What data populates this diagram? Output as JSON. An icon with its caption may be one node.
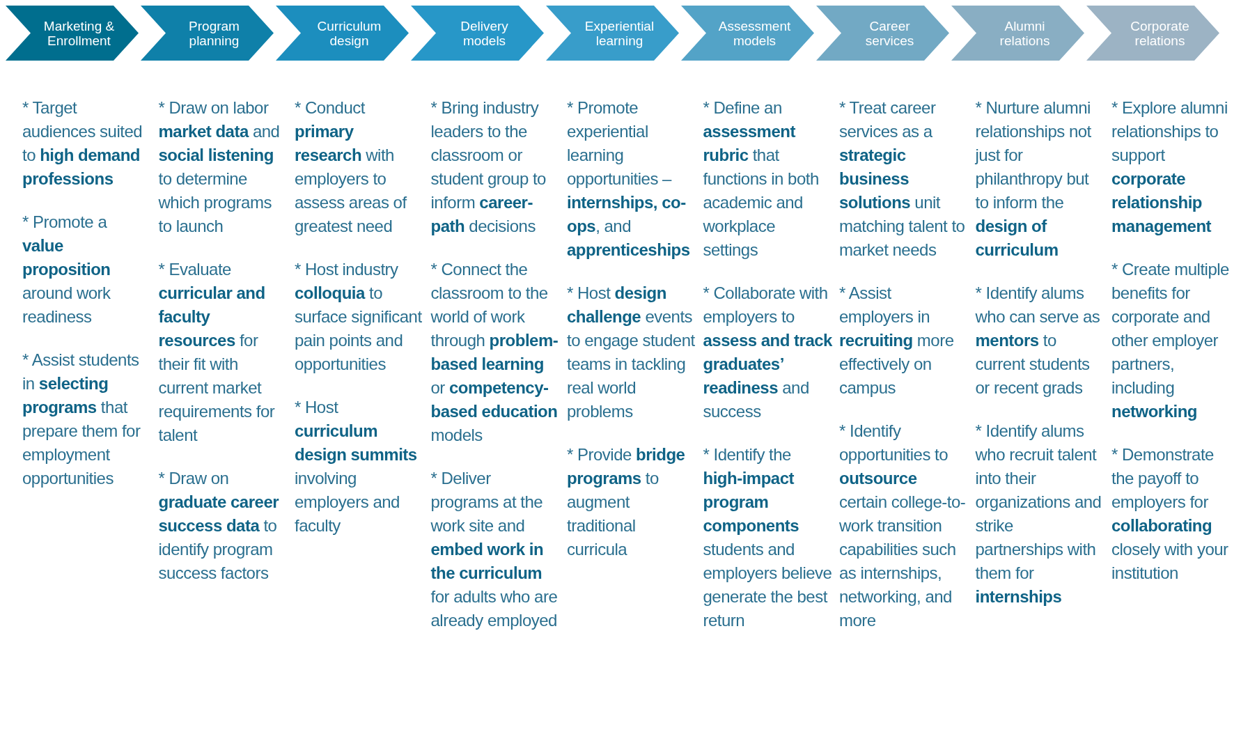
{
  "diagram": {
    "nodes": [
      {
        "text": [
          "Marketing & Enrollment"
        ],
        "beside": [
          "* Target audiences suited to **high demand professions**",
          "* Promote a **value proposition** around work readiness",
          "* Assist students in **selecting programs** that prepare them for employment opportunities"
        ]
      },
      {
        "text": [
          "Program planning"
        ],
        "beside": [
          "* Draw on labor **market data** and **social listening** to determine which programs to launch",
          "* Evaluate **curricular and faculty resources** for their fit with current market requirements for talent",
          "* Draw on **graduate career success data** to identify program success factors"
        ]
      },
      {
        "text": [
          "Curriculum design"
        ],
        "beside": [
          "* Conduct **primary research** with employers to assess areas of greatest need",
          "* Host industry **colloquia** to surface significant pain points and opportunities",
          "* Host **curriculum design summits** involving employers and faculty"
        ]
      },
      {
        "text": [
          "Delivery models"
        ],
        "beside": [
          "* Bring industry leaders to the classroom or student group to inform **career-path** decisions",
          "* Connect the classroom to the world of work through **problem-based learning** or **competency-based education** models",
          "* Deliver programs at the work site and **embed work in the curriculum** for adults who are already employed"
        ]
      },
      {
        "text": [
          "Experiential learning"
        ],
        "beside": [
          "* Promote experiential learning opportunities – **internships, co-ops**, and **apprenticeships**",
          "* Host **design challenge** events to engage student teams in tackling real world problems",
          "* Provide **bridge programs** to augment traditional curricula"
        ]
      },
      {
        "text": [
          "Assessment models"
        ],
        "beside": [
          "* Define an **assessment rubric** that functions in both academic and workplace settings",
          "* Collaborate with employers to **assess and track graduates’ readiness** and success",
          "* Identify the **high-impact program components** students and employers believe generate the best return"
        ]
      },
      {
        "text": [
          "Career services"
        ],
        "beside": [
          "* Treat career services as a **strategic business solutions** unit matching talent to market needs",
          "* Assist employers in **recruiting** more effectively on campus",
          "* Identify opportunities to **outsource** certain college-to-work transition capabilities such as internships, networking, and more"
        ]
      },
      {
        "text": [
          "Alumni relations"
        ],
        "beside": [
          "* Nurture alumni relationships not just for philanthropy but to inform the **design of curriculum**",
          "* Identify alums who can serve as **mentors** to current students or recent grads",
          "* Identify alums who recruit talent into their organizations and strike partnerships with them for **internships**"
        ]
      },
      {
        "text": [
          "Corporate relations"
        ],
        "beside": [
          "* Explore alumni relationships to support **corporate relationship management**",
          "* Create multiple benefits for corporate and other employer partners, including **networking**",
          "* Demonstrate the payoff to employers for **collaborating** closely with your institution"
        ]
      }
    ]
  }
}
